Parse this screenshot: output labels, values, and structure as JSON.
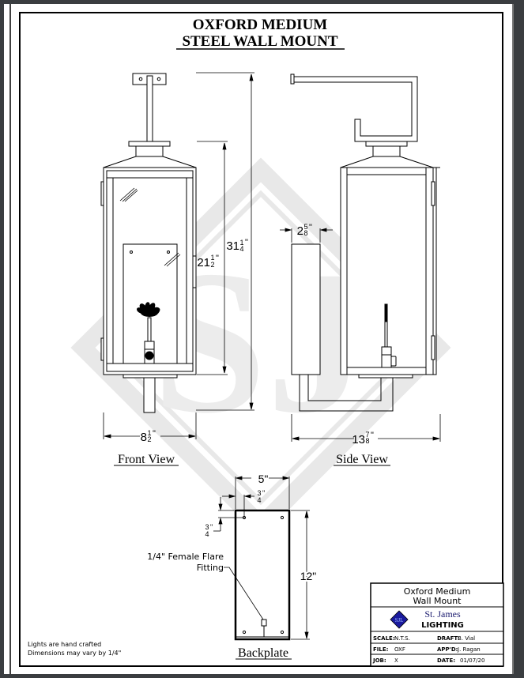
{
  "title": {
    "line1": "OXFORD MEDIUM",
    "line2": "STEEL WALL MOUNT"
  },
  "views": {
    "front": {
      "label": "Front View",
      "dim_width": {
        "whole": "8",
        "num": "1",
        "den": "2",
        "unit": "\""
      },
      "dim_body_height": {
        "whole": "21",
        "num": "1",
        "den": "2",
        "unit": "\""
      },
      "dim_total_height": {
        "whole": "31",
        "num": "1",
        "den": "4",
        "unit": "\""
      }
    },
    "side": {
      "label": "Side View",
      "dim_backplate_depth": {
        "whole": "2",
        "num": "5",
        "den": "8",
        "unit": "\""
      },
      "dim_total_depth": {
        "whole": "13",
        "num": "7",
        "den": "8",
        "unit": "\""
      }
    },
    "backplate": {
      "label": "Backplate",
      "dim_width": "5\"",
      "dim_hole_offset_x": {
        "num": "3",
        "den": "4",
        "unit": "\""
      },
      "dim_hole_offset_y": {
        "num": "3",
        "den": "4",
        "unit": "\""
      },
      "dim_height": "12\"",
      "callout_line1": "1/4\" Female Flare",
      "callout_line2": "Fitting"
    }
  },
  "notes": {
    "line1": "Lights are hand crafted",
    "line2": "Dimensions may vary by 1/4\""
  },
  "title_block": {
    "product_line1": "Oxford Medium",
    "product_line2": "Wall Mount",
    "company_line1": "St. James",
    "company_line2": "LIGHTING",
    "logo_text": "SJL",
    "logo_color": "#1a1a9e",
    "fields": [
      {
        "label": "SCALE:",
        "value": "N.T.S."
      },
      {
        "label": "DRAFT:",
        "value": "B. Vial"
      },
      {
        "label": "FILE:",
        "value": "OXF"
      },
      {
        "label": "APP'D:",
        "value": "J. Ragan"
      },
      {
        "label": "JOB:",
        "value": "X"
      },
      {
        "label": "DATE:",
        "value": "01/07/20"
      }
    ]
  },
  "watermark": {
    "text": "SJ",
    "color": "#e6e6e6"
  }
}
